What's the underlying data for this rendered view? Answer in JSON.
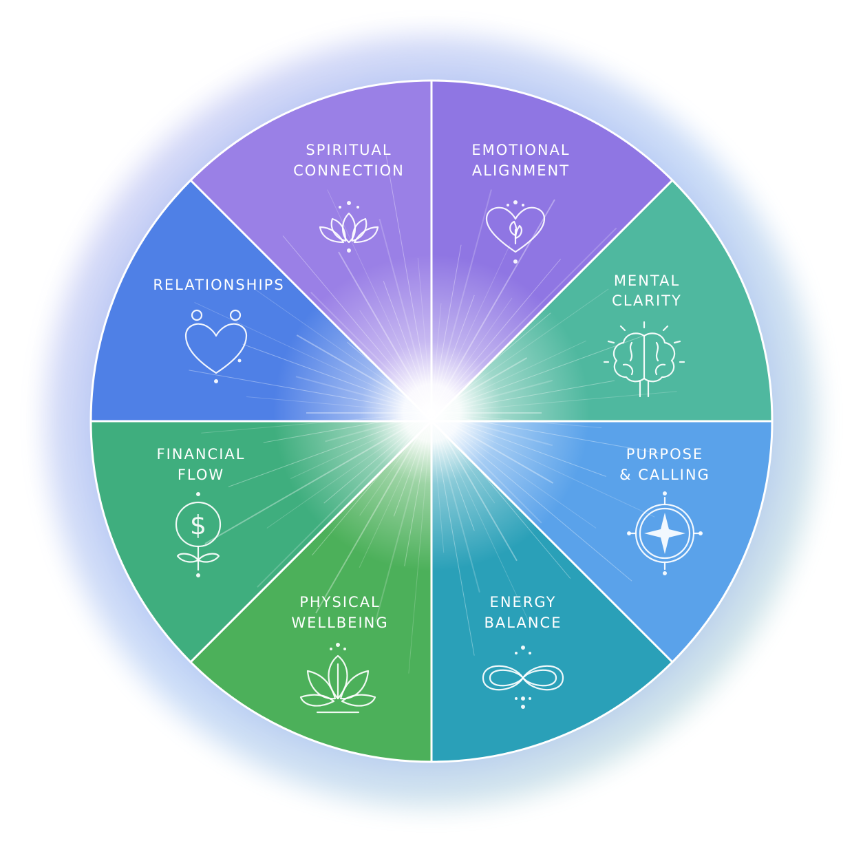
{
  "segments": [
    {
      "id": "spiritual",
      "lines": [
        "SPIRITUAL",
        "CONNECTION"
      ],
      "icon": "lotus-icon",
      "color": "#8f76e3"
    },
    {
      "id": "emotional",
      "lines": [
        "EMOTIONAL",
        "ALIGNMENT"
      ],
      "icon": "heart-leaf-icon",
      "color": "#4fb89f"
    },
    {
      "id": "mental",
      "lines": [
        "MENTAL",
        "CLARITY"
      ],
      "icon": "brain-icon",
      "color": "#5aa2ea"
    },
    {
      "id": "purpose",
      "lines": [
        "PURPOSE",
        "& CALLING"
      ],
      "icon": "compass-icon",
      "color": "#2aa0b8"
    },
    {
      "id": "energy",
      "lines": [
        "ENERGY",
        "BALANCE"
      ],
      "icon": "infinity-icon",
      "color": "#4cb05a"
    },
    {
      "id": "physical",
      "lines": [
        "PHYSICAL",
        "WELLBEING"
      ],
      "icon": "leaves-icon",
      "color": "#3fae7e"
    },
    {
      "id": "financial",
      "lines": [
        "FINANCIAL",
        "FLOW"
      ],
      "icon": "dollar-flower-icon",
      "color": "#4f80e6"
    },
    {
      "id": "relationships",
      "lines": [
        "RELATIONSHIPS"
      ],
      "icon": "two-people-heart-icon",
      "color": "#9a80e6"
    }
  ]
}
